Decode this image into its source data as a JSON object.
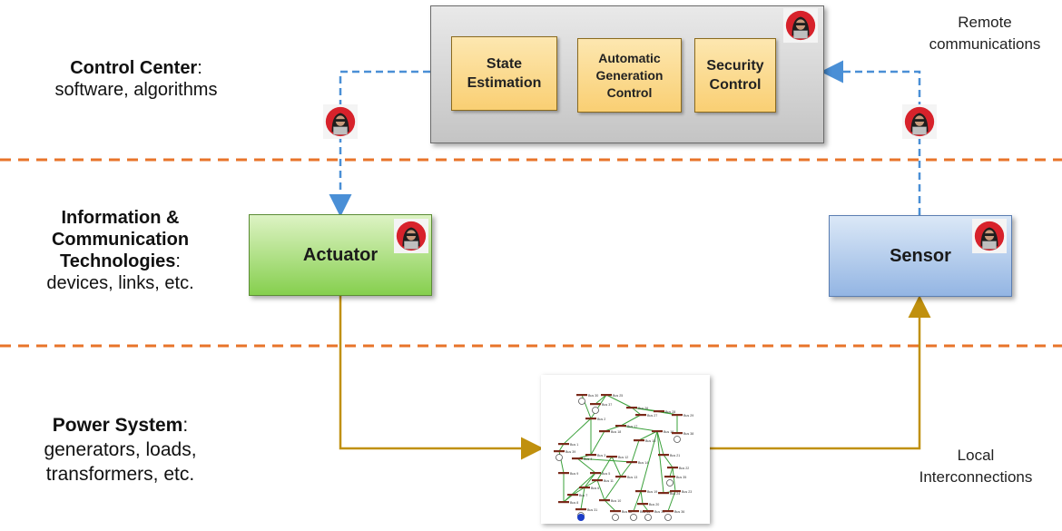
{
  "layers": {
    "control": {
      "title": "Control Center",
      "sep": ":",
      "desc": "software, algorithms"
    },
    "ict": {
      "title1": "Information &",
      "title2": "Communication",
      "title3": "Technologies",
      "sep": ":",
      "desc": "devices, links, etc."
    },
    "power": {
      "title": "Power System",
      "sep": ":",
      "desc1": "generators, loads,",
      "desc2": "transformers, etc."
    }
  },
  "modules": {
    "state_estimation": [
      "State",
      "Estimation"
    ],
    "agc": [
      "Automatic",
      "Generation",
      "Control"
    ],
    "security_control": [
      "Security",
      "Control"
    ]
  },
  "devices": {
    "actuator": "Actuator",
    "sensor": "Sensor"
  },
  "annotations": {
    "remote": [
      "Remote",
      "communications"
    ],
    "local": [
      "Local",
      "Interconnections"
    ]
  },
  "grid_buses": [
    "Bus 1",
    "Bus 2",
    "Bus 3",
    "Bus 4",
    "Bus 5",
    "Bus 6",
    "Bus 7",
    "Bus 8",
    "Bus 9",
    "Bus 10",
    "Bus 11",
    "Bus 12",
    "Bus 13",
    "Bus 14",
    "Bus 15",
    "Bus 16",
    "Bus 17",
    "Bus 18",
    "Bus 19",
    "Bus 20",
    "Bus 21",
    "Bus 22",
    "Bus 23",
    "Bus 24",
    "Bus 25",
    "Bus 26",
    "Bus 27",
    "Bus 28",
    "Bus 29",
    "Bus 30",
    "Bus 31",
    "Bus 32",
    "Bus 33",
    "Bus 34",
    "Bus 35",
    "Bus 36",
    "Bus 37",
    "Bus 38",
    "Bus 39"
  ],
  "colors": {
    "dashed_separator": "#e8742a",
    "remote_link": "#4a8fd6",
    "local_link": "#c0900e",
    "hacker_red": "#d7222b"
  },
  "icons": {
    "hacker": "hacker-icon"
  }
}
